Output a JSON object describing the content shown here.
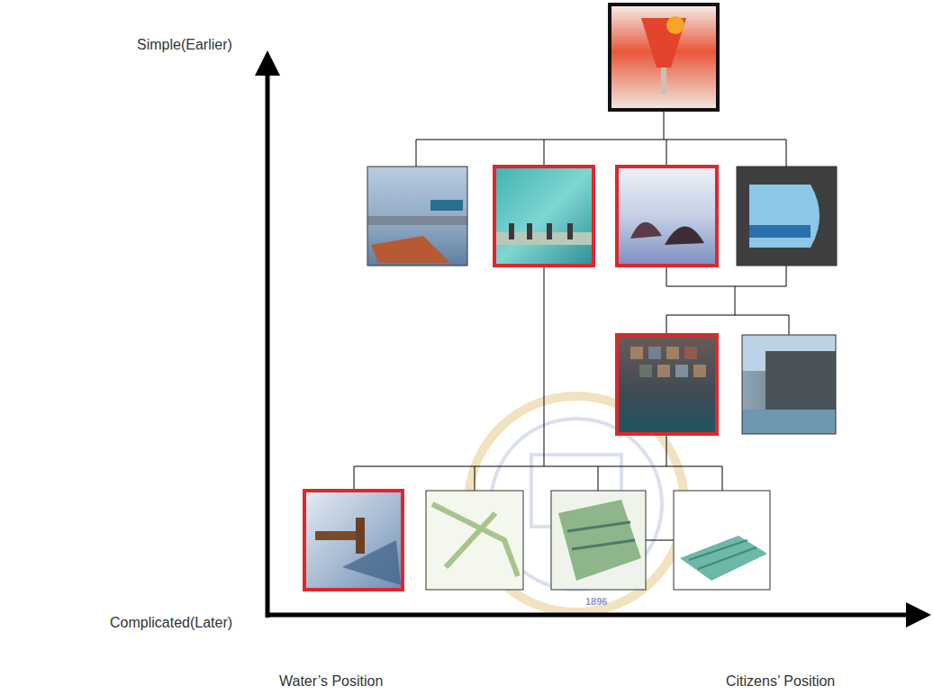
{
  "diagram": {
    "labels": [
      "Simple(Earlier)",
      "Complicated(Later)",
      "Water’s Position",
      "Citizens’ Position",
      "1896"
    ]
  }
}
